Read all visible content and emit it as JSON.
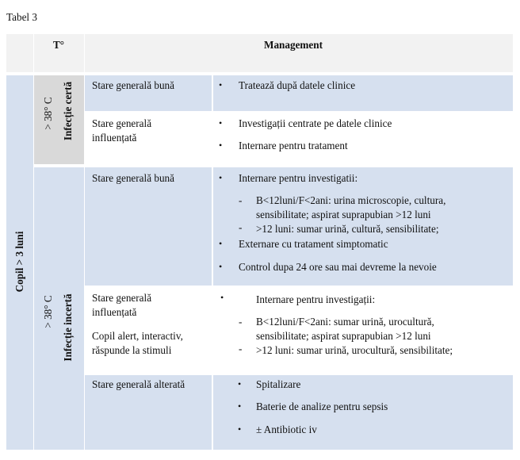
{
  "caption": "Tabel 3",
  "header": {
    "temp": "T°",
    "management": "Management"
  },
  "side": {
    "group": "Copil  > 3 luni",
    "temp1": "> 38° C",
    "inf1": "Infecție certă",
    "temp2": "> 38° C",
    "inf2": "Infecție incertă"
  },
  "rows": [
    {
      "state": [
        "Stare generală bună"
      ],
      "items": [
        {
          "type": "bullet",
          "text": "Tratează după datele clinice"
        }
      ]
    },
    {
      "state": [
        "Stare generală",
        "influențată"
      ],
      "items": [
        {
          "type": "bullet",
          "text": "Investigații centrate pe datele clinice"
        },
        {
          "type": "bullet",
          "text": "Internare pentru tratament"
        }
      ]
    },
    {
      "state": [
        "Stare generală bună"
      ],
      "items": [
        {
          "type": "bullet",
          "text": "Internare pentru investigatii:"
        },
        {
          "type": "dash",
          "lines": [
            "B<12luni/F<2ani: urina microscopie, cultura,",
            "sensibilitate; aspirat suprapubian >12 luni"
          ]
        },
        {
          "type": "dash",
          "lines": [
            ">12 luni: sumar urină, cultură, sensibilitate;"
          ]
        },
        {
          "type": "bullet",
          "text": "Externare cu tratament simptomatic"
        },
        {
          "type": "bullet",
          "text": "Control dupa 24 ore sau mai devreme la nevoie"
        }
      ]
    },
    {
      "state": [
        "Stare generală",
        "influențată",
        "Copil alert, interactiv,",
        "răspunde la stimuli"
      ],
      "items": [
        {
          "type": "bullet",
          "text": "Internare pentru investigații:"
        },
        {
          "type": "dash",
          "lines": [
            "B<12luni/F<2ani: sumar urină, urocultură,",
            "sensibilitate; aspirat suprapubian >12 luni"
          ]
        },
        {
          "type": "dash",
          "lines": [
            ">12 luni: sumar urină, urocultură, sensibilitate;"
          ]
        }
      ]
    },
    {
      "state": [
        "Stare generală alterată"
      ],
      "items": [
        {
          "type": "bullet",
          "text": "Spitalizare"
        },
        {
          "type": "bullet",
          "text": "Baterie de analize pentru sepsis"
        },
        {
          "type": "bullet",
          "text": "± Antibiotic iv"
        }
      ]
    }
  ]
}
